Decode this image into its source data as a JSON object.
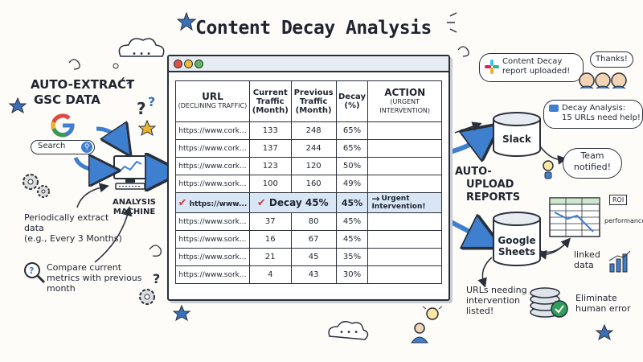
{
  "title": "Content Decay Analysis",
  "left": {
    "heading_line1": "AUTO-EXTRACT",
    "heading_line2": "GSC DATA",
    "search_label": "Search",
    "machine_line1": "ANALYSIS",
    "machine_line2": "MACHINE",
    "periodic_line1": "Periodically extract",
    "periodic_line2": "data",
    "periodic_line3": "(e.g., Every 3 Months)",
    "compare_line1": "Compare current",
    "compare_line2": "metrics with previous",
    "compare_line3": "month"
  },
  "table": {
    "headers": {
      "url": "URL",
      "url_sub": "(DECLINING TRAFFIC)",
      "current": "Current Traffic (Month)",
      "previous": "Previous Traffic (Month)",
      "decay": "Decay (%)",
      "action": "ACTION",
      "action_sub": "(URGENT INTERVENTION)"
    },
    "rows": [
      {
        "url": "https://www.cork...",
        "current": "133",
        "previous": "248",
        "decay": "65%",
        "action": ""
      },
      {
        "url": "https://www.cork...",
        "current": "137",
        "previous": "244",
        "decay": "65%",
        "action": ""
      },
      {
        "url": "https://www.cork...",
        "current": "123",
        "previous": "120",
        "decay": "50%",
        "action": ""
      },
      {
        "url": "https://www.sork...",
        "current": "100",
        "previous": "160",
        "decay": "49%",
        "action": ""
      }
    ],
    "highlight": {
      "url": "https://www...",
      "label": "Decay 45%",
      "decay": "45%",
      "action_line1": "Urgent",
      "action_line2": "Intervention!"
    },
    "rows_after": [
      {
        "url": "https://www.sork...",
        "current": "37",
        "previous": "80",
        "decay": "45%",
        "action": ""
      },
      {
        "url": "https://www.sork...",
        "current": "16",
        "previous": "67",
        "decay": "45%",
        "action": ""
      },
      {
        "url": "https://www.sork...",
        "current": "21",
        "previous": "45",
        "decay": "35%",
        "action": ""
      },
      {
        "url": "https://www.sork...",
        "current": "4",
        "previous": "43",
        "decay": "30%",
        "action": ""
      }
    ]
  },
  "right": {
    "auto_line1": "AUTO-",
    "auto_line2": "UPLOAD",
    "auto_line3": "REPORTS",
    "slack_label": "Slack",
    "sheets_line1": "Google",
    "sheets_line2": "Sheets",
    "bubble_uploaded_line1": "Content Decay",
    "bubble_uploaded_line2": "report uploaded!",
    "bubble_thanks": "Thanks!",
    "bubble_decay_line1": "Decay Analysis:",
    "bubble_decay_line2": "15 URLs need help!",
    "bubble_team_line1": "Team",
    "bubble_team_line2": "notified!",
    "roi": "ROI",
    "performance": "performance",
    "linked_line1": "linked",
    "linked_line2": "data",
    "eliminate_line1": "Eliminate",
    "eliminate_line2": "human error",
    "urls_line1": "URLs needing",
    "urls_line2": "intervention",
    "urls_line3": "listed!"
  },
  "colors": {
    "accent_blue": "#3f7fd0",
    "check_red": "#d23b3b",
    "highlight": "#d8e6f5",
    "star_blue": "#3b6fb6",
    "star_yellow": "#e9b52c"
  }
}
